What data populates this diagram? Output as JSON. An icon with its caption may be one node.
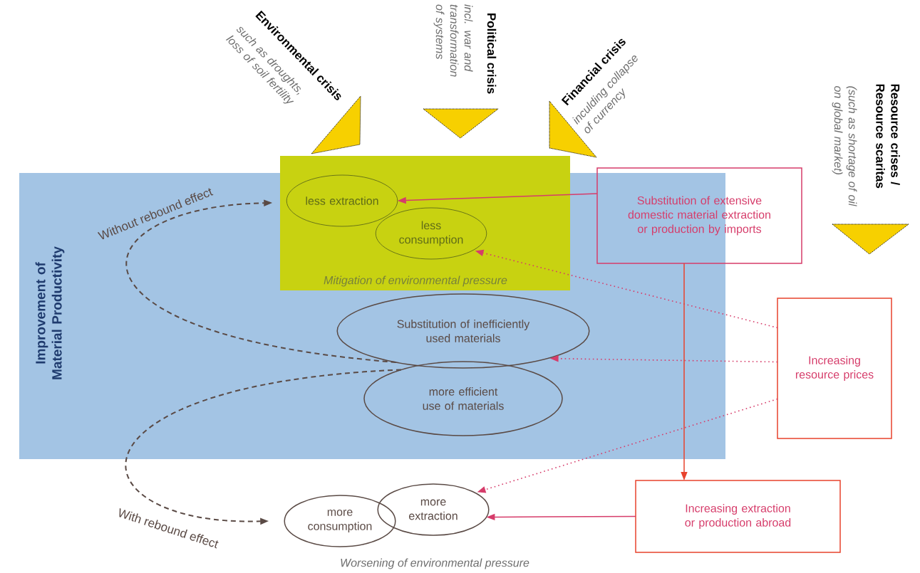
{
  "diagram": {
    "nodes": [
      {
        "text": [
          "Improvement of Material Productivity"
        ]
      },
      {
        "text": [
          "Mitigation of environmental pressure"
        ]
      },
      {
        "text": [
          "less extraction"
        ],
        "in": 1
      },
      {
        "text": [
          "less consumption"
        ],
        "in": 1
      },
      {
        "text": [
          "Substitution of inefficiently used materials"
        ],
        "in": 0
      },
      {
        "text": [
          "more efficient use of materials"
        ],
        "in": 0
      },
      {
        "text": [
          "more consumption"
        ]
      },
      {
        "text": [
          "more extraction"
        ]
      },
      {
        "text": [
          "Substitution of extensive domestic material extraction or production by imports"
        ]
      },
      {
        "text": [
          "Increasing resource prices"
        ]
      },
      {
        "text": [
          "Increasing extraction or production abroad"
        ]
      }
    ],
    "edges": [
      {
        "from": 8,
        "to": 2,
        "arrow": "to"
      },
      {
        "from": 9,
        "to": 3,
        "arrow": "to",
        "style": "dashed"
      },
      {
        "from": 9,
        "to": 4,
        "arrow": "to",
        "style": "dashed"
      },
      {
        "from": 9,
        "to": 7,
        "arrow": "to",
        "style": "dashed"
      },
      {
        "from": 10,
        "to": 7,
        "arrow": "to"
      },
      {
        "from": 8,
        "to": 10,
        "arrow": "to",
        "color": "#e8432d"
      },
      {
        "from": 4,
        "to": 2,
        "arrow": "to",
        "style": "dashed",
        "color": "#5a4a45",
        "label": "Without rebound effect"
      },
      {
        "from": 5,
        "to": 6,
        "arrow": "to",
        "style": "dashed",
        "color": "#5a4a45",
        "label": "With rebound effect"
      }
    ],
    "labels": [
      "Environmental crisis",
      "such as droughts, loss of soil fertility",
      "Political crisis",
      "incl. war and transformation of systems",
      "Financial crisis",
      "inculding collapse of currency",
      "Resource crises / Resource scaritas",
      "(such as shortage of oil on global market)",
      "Worsening of environmental pressure"
    ]
  }
}
